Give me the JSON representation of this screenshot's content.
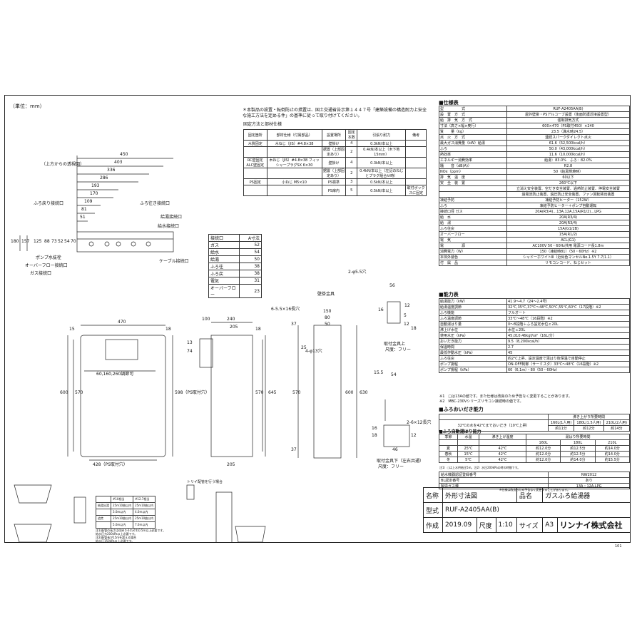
{
  "units": "（単位：mm）",
  "notice": "＊本製品の設置・転倒防止の措置は、国土交通省告示第１４４７号「建築設備の構造耐力上安全な施工方法を定める件」の基準に従って取り付けてください。",
  "top_view": {
    "label": "（上方からの透視図）",
    "dims": [
      "450",
      "403",
      "336",
      "286",
      "193",
      "170",
      "109",
      "81",
      "51"
    ],
    "vert_dims": [
      "180",
      "157",
      "125",
      "88",
      "73",
      "52",
      "54",
      "70"
    ],
    "callouts_left": [
      "ふろ戻り接続口",
      "ポンプ水抜栓",
      "オーバーフロー接続口",
      "ガス接続口"
    ],
    "callouts_right": [
      "ふろ往き接続口",
      "給湯接続口",
      "給水接続口",
      "ケーブル接続口"
    ]
  },
  "fixing": {
    "title": "固定方法と部材仕様",
    "headers": [
      "固定箇所",
      "部材仕様（付属部品）",
      "設置場所",
      "固定本数",
      "引張り耐力",
      "備考"
    ],
    "rows": [
      [
        "木質固定",
        "木ねじ（JIS）#4.8×38",
        "壁掛け",
        "4",
        "0.3kN/本以上",
        ""
      ],
      [
        "",
        "",
        "据置（上部固定あり）",
        "2",
        "0.4kN/本以上（木下地15mm）",
        ""
      ],
      [
        "RC壁固定 ALC壁固定",
        "木ねじ（JIS）#4.8×38 フィッシャープラグSX 6×30",
        "壁掛け",
        "4",
        "0.3kN/本以上",
        ""
      ],
      [
        "",
        "",
        "据置（上部固定あり）",
        "2",
        "0.4kN/本以上（左記のねじとプラグ組合せ時）",
        ""
      ],
      [
        "PS固定",
        "小ねじ M5×10",
        "PS標準",
        "3",
        "0.5kN/本以上",
        ""
      ],
      [
        "",
        "",
        "PS扉内",
        "5",
        "0.5kN/本以上",
        "取付ボックスに固定"
      ]
    ]
  },
  "asize": {
    "headers": [
      "接続口",
      "A寸法"
    ],
    "rows": [
      [
        "ガス",
        "52"
      ],
      [
        "給水",
        "54"
      ],
      [
        "給湯",
        "50"
      ],
      [
        "ふろ往",
        "38"
      ],
      [
        "ふろ戻",
        "38"
      ],
      [
        "電気",
        "31"
      ],
      [
        "オーバーフロー",
        "23"
      ]
    ]
  },
  "front_view": {
    "width": "470",
    "height": [
      "600",
      "570",
      "598（PS取付穴）"
    ],
    "top_offset": "15",
    "right_offset": "18",
    "inner": "60,160,260調節可",
    "bottom": "428（PS取付穴）"
  },
  "side_view": {
    "top_dims": [
      "100",
      "240",
      "205"
    ],
    "small": [
      "13",
      "74"
    ],
    "heights": [
      "570",
      "645",
      "18"
    ],
    "bottom": "205",
    "fittings": "壁掛金具"
  },
  "wall_bracket": {
    "holes": "6-5.5×16長穴",
    "dims": [
      "150",
      "80",
      "50"
    ],
    "side": [
      "37",
      "25",
      "570",
      "600",
      "630",
      "37"
    ],
    "holes2": "4-φ13穴"
  },
  "small_parts": {
    "top_hole": "2-φ5.5穴",
    "top_dims": [
      "56",
      "12",
      "16",
      "5",
      "12",
      "18"
    ],
    "top_label": "取付金具上",
    "top_size": "尺度：フリー",
    "mid_dim": "15.5",
    "bot_dims": [
      "54",
      "16",
      "18",
      "12",
      "46"
    ],
    "bot_hole": "2-6×12長穴",
    "bot_label": "取付金具下（左右共通）",
    "bot_size": "尺度：フリー"
  },
  "spec": {
    "title": "■仕様表",
    "rows": [
      [
        "型　　　　　式",
        "RUF-A2405AA(B)"
      ],
      [
        "設　置　方　式",
        "屋外壁掛・PSアルコーブ設置（後面防護近接設置型）"
      ],
      [
        "給　排　気　方　式",
        "強制排気方式"
      ],
      [
        "寸法（高さ×幅×奥行）",
        "600×470（PS取付450）×240"
      ],
      [
        "質　　量（kg）",
        "23.5（満水時24.5）"
      ],
      [
        "点　火　方　式",
        "連続スパークダイレクト点火"
      ],
      [
        "最大ガス消費量（kW）給湯",
        "61.6（52,500kcal/h）"
      ],
      [
        "ふろ",
        "50.0（43,000kcal/h）"
      ],
      [
        "熱効率",
        "11.6（10,000kcal/h）"
      ],
      [
        "エネルギー消費効率",
        "給湯：83.0%　ふろ：82.0%"
      ],
      [
        "騒　　音（dB(A)）",
        "R2.8"
      ],
      [
        "NOx（ppm）",
        "50（給湯燃焼時）"
      ],
      [
        "排　気　温　度",
        "60以下"
      ],
      [
        "安　全　装　置",
        "260℃以下"
      ],
      [
        "",
        "立消え安全装置、空だき安全装置、過熱防止装置、停電安全装置"
      ],
      [
        "",
        "過電流防止装置、過圧防止安全装置、ファン回転検出装置"
      ],
      [
        "凍結予防",
        "凍結予防ヒーター（152W）"
      ],
      [
        "ふろ",
        "凍結予防ヒーター＋ポンプ自動運転"
      ],
      [
        "接続口径 ガス",
        "20A(R3/4)…13A,12A,15A(R1/2)…LPG"
      ],
      [
        "給　水",
        "20A(R3/4)"
      ],
      [
        "給　湯",
        "20A(R3/4)"
      ],
      [
        "ふろ往戻",
        "15A(G1/2B)"
      ],
      [
        "オーバーフロー",
        "15A(R1/2)"
      ],
      [
        "電　気",
        "ACL(G1)"
      ],
      [
        "電　　　　　源",
        "AC100V 50・60Hz共用 電源コード長1.8m"
      ],
      [
        "消費電力（W）",
        "150（凍結時81）（50・60Hz）※2"
      ],
      [
        "本体外装色",
        "シャドーホワイトⅢ（近似色マンセルNo.1.5Y 7.7/1.1）"
      ],
      [
        "付　属　品",
        "リモコンコード、ねじセット"
      ]
    ]
  },
  "capacity": {
    "title": "■能力表",
    "rows": [
      [
        "給湯能力（kW）",
        "41.9〜4.7（24〜2.4号）"
      ],
      [
        "給湯温度調節",
        "32℃,35℃,37℃〜48℃,50℃,55℃,60℃（17段階）※2"
      ],
      [
        "ふろ機能",
        "フルオート"
      ],
      [
        "ふろ温度調節",
        "33℃〜48℃（16段階）※2"
      ],
      [
        "自動湯はり量",
        "0〜8段階＋ふろ設定水位ｃ20L"
      ],
      [
        "沸上げ水位",
        "水位ｃ20L"
      ],
      [
        "使用水圧（kPa）",
        "45,010.46kgf/㎝²（16L/分）"
      ],
      [
        "おいだき能力",
        "9.5（8,200kcal/h）"
      ],
      [
        "保温時間",
        "2.7"
      ],
      [
        "最低作動水圧（kPa）",
        "45"
      ],
      [
        "ふろ往戻",
        "約2℃上昇、設定温度で湯はり後保温で自動停止"
      ],
      [
        "ポンプ揚程",
        "ON-OFF制御（サーミスタ）33℃〜48℃（16段階）※2"
      ],
      [
        "ポンプ揚程（kPa）",
        "60（6,1m）・80（50・60Hz）"
      ]
    ]
  },
  "cap_notes": [
    "※1　□は13Aの値です。また仕様は改良のため予告なく変更することがあります。",
    "※2　MBC-230Vシリーズリモコン接続時の値です。"
  ],
  "ofuro": {
    "title": "■ふろおいだき能力",
    "headers": [
      "",
      "沸き上がり所要時間"
    ],
    "subheaders": [
      "160L(1人用)",
      "180L(1.5人用)",
      "210L(2人用)"
    ],
    "row_label": "32℃の水を42℃までおいだき（10℃上昇）",
    "values": [
      "約11分",
      "約12分",
      "約14分"
    ]
  },
  "fill": {
    "title": "■ふろ自動湯はり能力",
    "headers": [
      "季節",
      "水温",
      "沸き上げ温度",
      "湯はり所要時間"
    ],
    "subheaders": [
      "160L",
      "180L",
      "210L"
    ],
    "rows": [
      [
        "夏",
        "25℃",
        "42℃",
        "約12.0分",
        "約12.5分",
        "約14.0分"
      ],
      [
        "春秋",
        "15℃",
        "42℃",
        "約12.0分",
        "約12.5分",
        "約14.0分"
      ],
      [
        "冬",
        "5℃",
        "42℃",
        "約12.0分",
        "約14.0分",
        "約15.5分"
      ]
    ],
    "note": "注1）○は上水供給圧5m。注2）水圧200kPaの時の時間です。"
  },
  "cert": {
    "rows": [
      [
        "給水機器認証登録番号",
        "NW2012"
      ],
      [
        "BL認定番号",
        "あり"
      ],
      [
        "製造ガス種",
        "13A・12A,LPG"
      ]
    ]
  },
  "change_note": "※仕様は改良のため予告なく変更することがあります。",
  "pipe_table": {
    "headers": [
      "",
      "#10相当",
      "#12.7相当"
    ],
    "rows": [
      [
        "給湯出湯",
        "25m10曲以内",
        "25m10曲以内"
      ],
      [
        "",
        "3.0m以内",
        "4.0m以内"
      ],
      [
        "追焚",
        "25m10曲以内",
        "25m10曲以内"
      ],
      [
        "",
        "5.0m以内",
        "7.0m以内"
      ]
    ],
    "notes": [
      "注1)配管の長さは往戻りそれぞれ0.5m以上必要です。",
      "給水圧力200kPa以上必要です。",
      "注2)配管長が15mを超える場合",
      "給水圧150kPa以上必要です。"
    ]
  },
  "trap_note": "トリイ配管を行う場合",
  "title_block": {
    "name_label": "名称",
    "name": "外形寸法図",
    "item_label": "品名",
    "item": "ガスふろ給湯器",
    "model_label": "型式",
    "model": "RUF-A2405AA(B)",
    "made_label": "作成",
    "date": "2019.09",
    "scale_label": "尺度",
    "scale": "1:10",
    "size_label": "サイズ",
    "size": "A3",
    "company": "リンナイ株式会社",
    "page": "101"
  }
}
